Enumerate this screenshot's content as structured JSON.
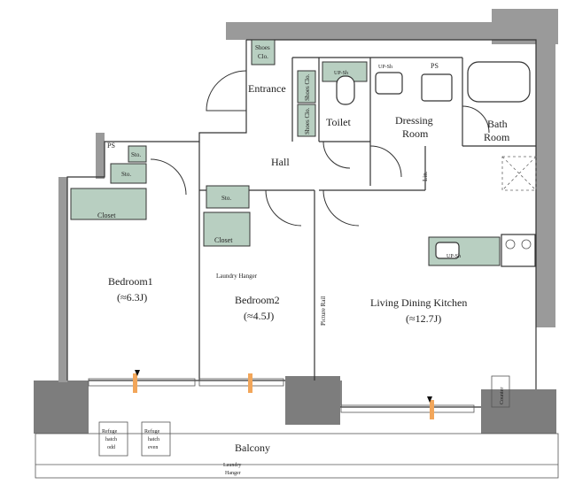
{
  "rooms": {
    "entrance": "Entrance",
    "toilet": "Toilet",
    "dressing": [
      "Dressing",
      "Room"
    ],
    "bath": [
      "Bath",
      "Room"
    ],
    "hall": "Hall",
    "bedroom1": {
      "name": "Bedroom1",
      "size": "(≈6.3J)"
    },
    "bedroom2": {
      "name": "Bedroom2",
      "size": "(≈4.5J)"
    },
    "ldk": {
      "name": "Living Dining Kitchen",
      "size": "(≈12.7J)"
    },
    "balcony": "Balcony"
  },
  "labels": {
    "shoes_clo_top": [
      "Shoes",
      "Clo."
    ],
    "shoes_clo_side1": "Shoes Clo.",
    "shoes_clo_side2": "Shoes Clo.",
    "ps1": "PS",
    "ps2": "PS",
    "sto1": "Sto.",
    "sto2": "Sto.",
    "sto3": "Sto.",
    "closet1": "Closet",
    "closet2": "Closet",
    "laundry_hanger": "Laundry Hanger",
    "picture_rail": "Picture Rail",
    "ups_toilet": "UP-Sh",
    "ups_dressing": "UP-Sh",
    "ups_kitchen": "UP-Sh",
    "lin": "Lin.",
    "counter": "Counter",
    "refuge_odd": [
      "Refuge",
      "hatch",
      "odd"
    ],
    "refuge_even": [
      "Refuge",
      "hatch",
      "even"
    ],
    "laundry_hanger_balcony": [
      "Laundry",
      "Hanger"
    ]
  },
  "colors": {
    "closet_fill": "#b8cfc1",
    "wall_fill": "#9a9a9a",
    "accent": "#f2a65a"
  }
}
